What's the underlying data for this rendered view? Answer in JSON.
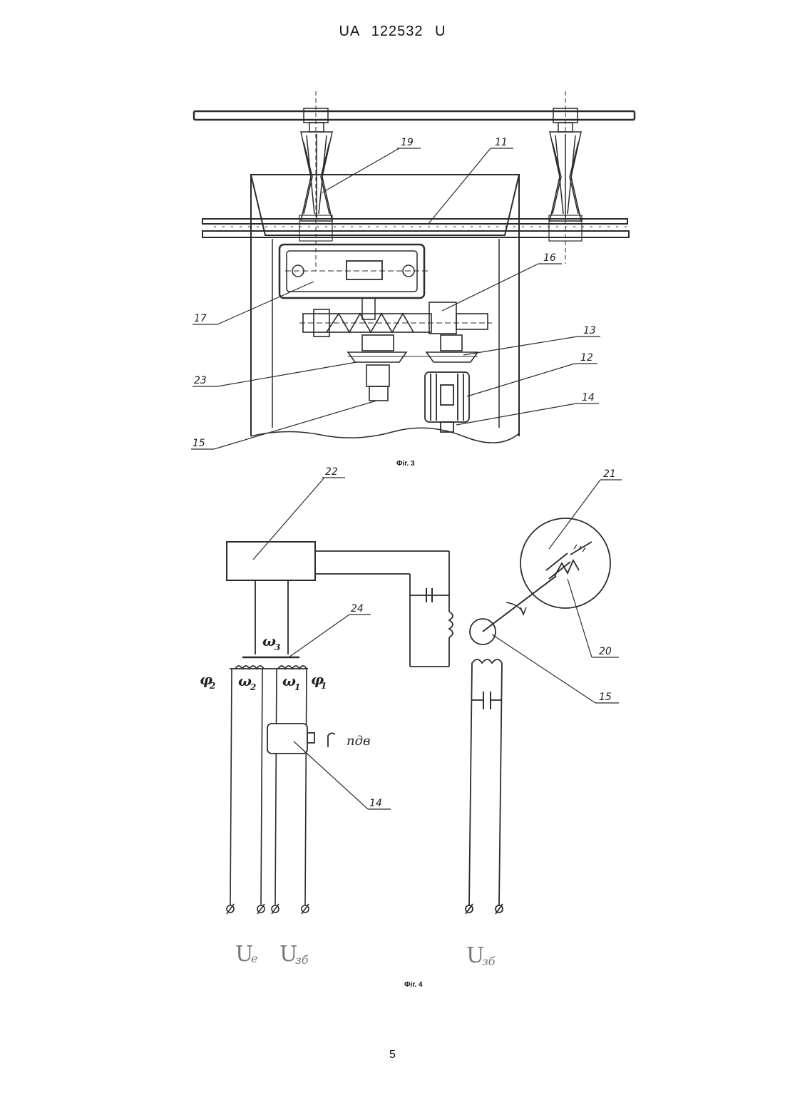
{
  "header": {
    "doc_id": "UA 122532 U"
  },
  "fig3": {
    "caption": "Фіг. 3",
    "refs": {
      "r11": "11",
      "r12": "12",
      "r13": "13",
      "r14": "14",
      "r15": "15",
      "r16": "16",
      "r17": "17",
      "r19": "19",
      "r23": "23"
    }
  },
  "fig4": {
    "caption": "Фіг. 4",
    "refs": {
      "r14": "14",
      "r15": "15",
      "r20": "20",
      "r21": "21",
      "r22": "22",
      "r24": "24"
    },
    "symbols": {
      "phi2": "φ",
      "phi2_sub": "2",
      "phi1": "φ",
      "phi1_sub": "1",
      "w3": "ω",
      "w3_sub": "3",
      "w2": "ω",
      "w2_sub": "2",
      "w1": "ω",
      "w1_sub": "1",
      "n_dv": "nдв"
    },
    "voltages": {
      "u_e": "U",
      "u_e_sub": "e",
      "u_zb": "U",
      "u_zb_sub": "зб",
      "u_zb2": "U",
      "u_zb2_sub": "зб"
    }
  },
  "page_number": "5"
}
